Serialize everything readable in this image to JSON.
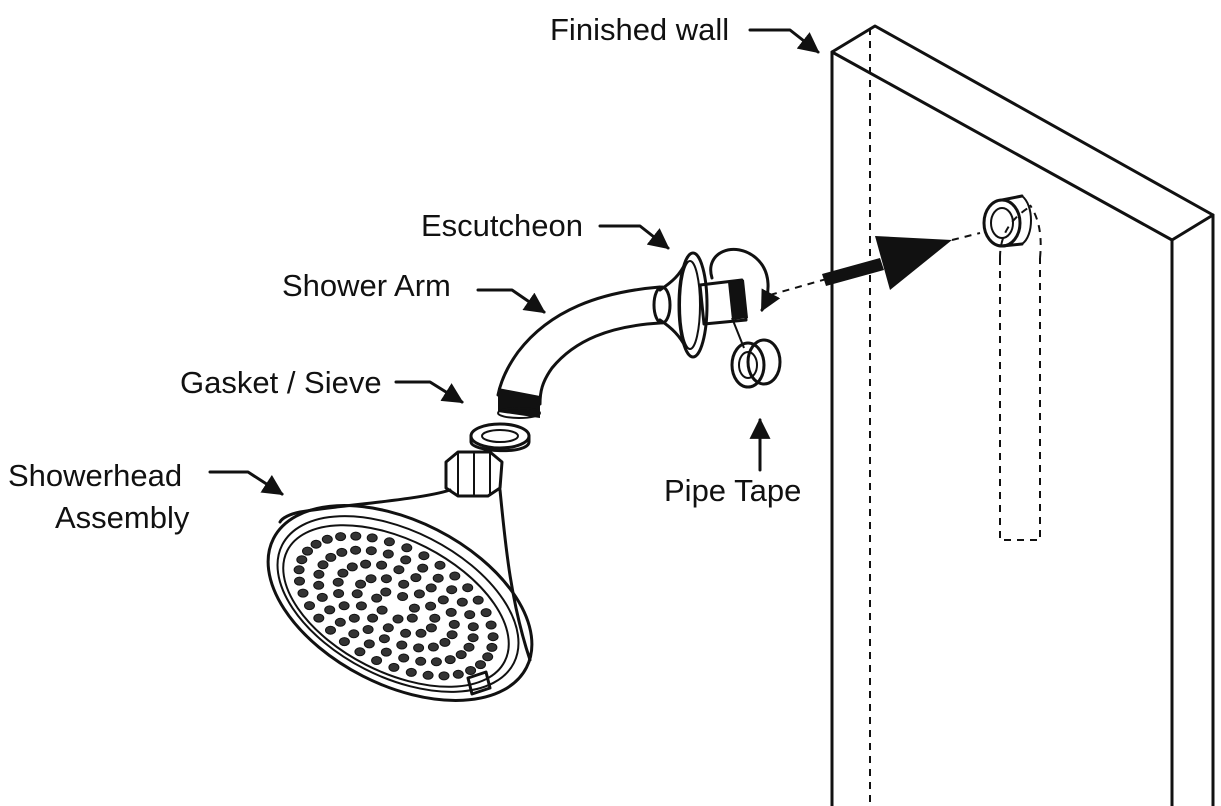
{
  "labels": {
    "finished_wall": "Finished wall",
    "escutcheon": "Escutcheon",
    "shower_arm": "Shower Arm",
    "gasket_sieve": "Gasket / Sieve",
    "showerhead_line1": "Showerhead",
    "showerhead_line2": "Assembly",
    "pipe_tape": "Pipe Tape"
  }
}
